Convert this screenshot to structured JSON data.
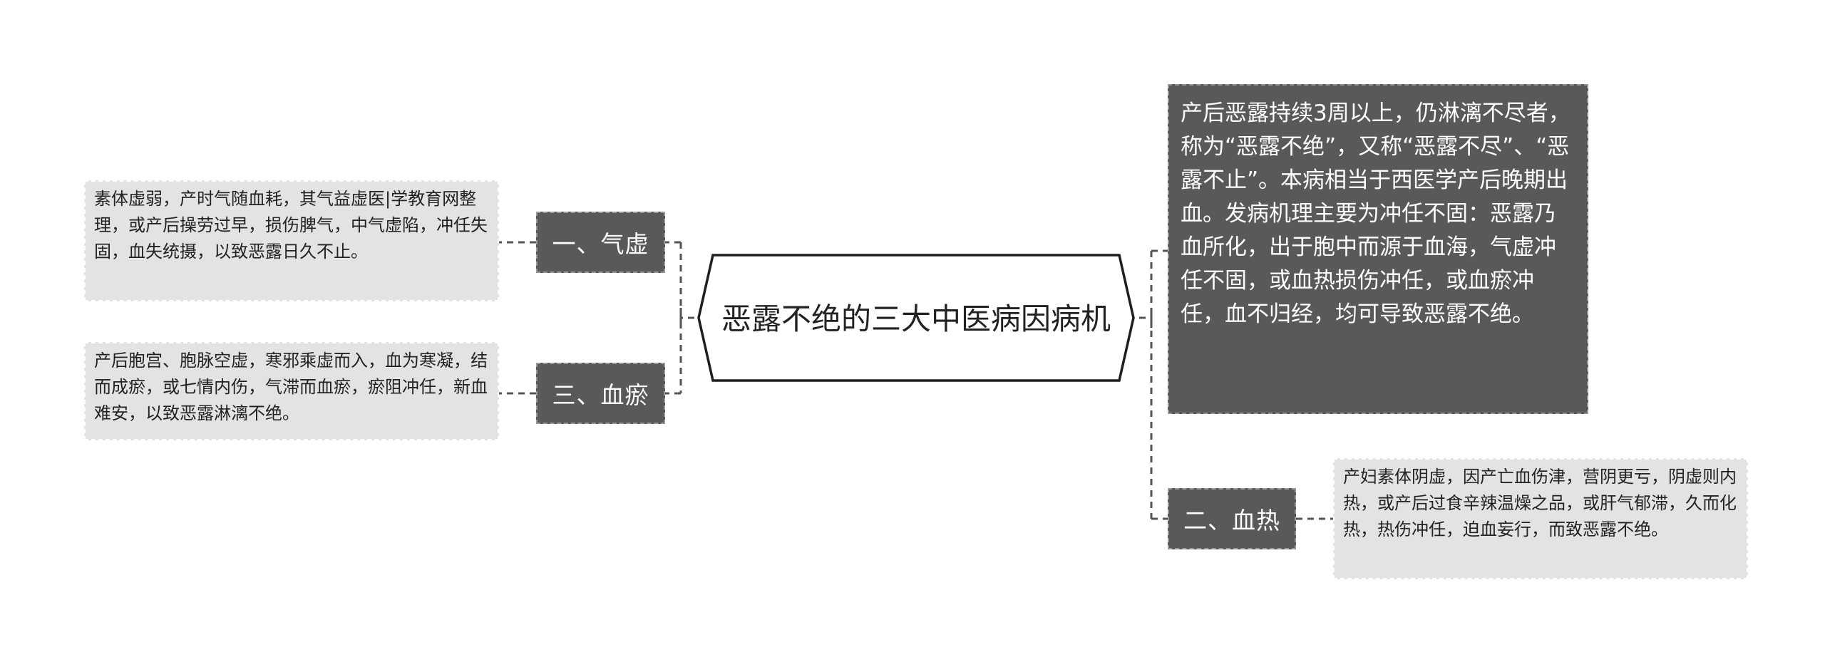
{
  "root": {
    "title": "恶露不绝的三大中医病因病机"
  },
  "branches": [
    {
      "label": "一、气虚",
      "detail": "素体虚弱，产时气随血耗，其气益虚医|学教育网整理，或产后操劳过早，损伤脾气，中气虚陷，冲任失固，血失统摄，以致恶露日久不止。"
    },
    {
      "label": "三、血瘀",
      "detail": "产后胞宫、胞脉空虚，寒邪乘虚而入，血为寒凝，结而成瘀，或七情内伤，气滞而血瘀，瘀阻冲任，新血难安，以致恶露淋漓不绝。"
    },
    {
      "label": "二、血热",
      "detail": "产妇素体阴虚，因产亡血伤津，营阴更亏，阴虚则内热，或产后过食辛辣温燥之品，或肝气郁滞，久而化热，热伤冲任，迫血妄行，而致恶露不绝。"
    }
  ],
  "definition": "产后恶露持续3周以上，仍淋漓不尽者，称为“恶露不绝”，又称“恶露不尽”、“恶露不止”。本病相当于西医学产后晚期出血。发病机理主要为冲任不固：恶露乃血所化，出于胞中而源于血海，气虚冲任不固，或血热损伤冲任，或血瘀冲任，血不归经，均可导致恶露不绝。"
}
